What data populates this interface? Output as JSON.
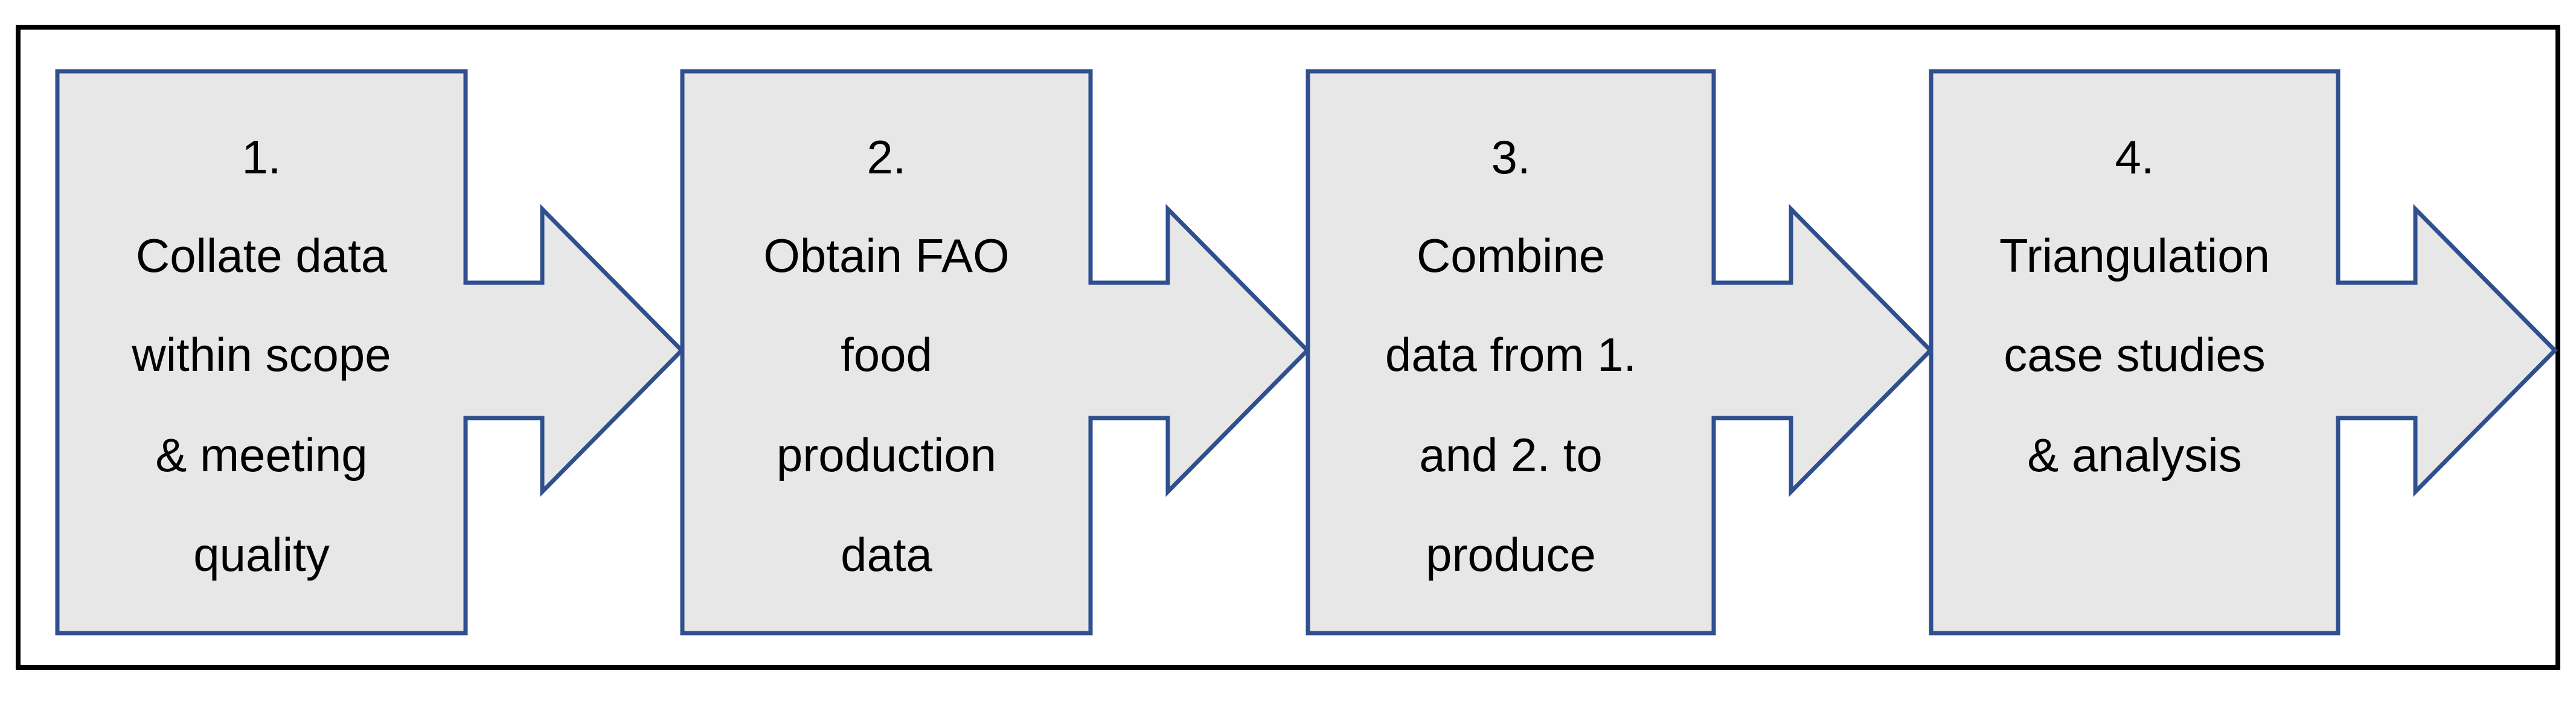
{
  "diagram": {
    "colors": {
      "frame": "#000000",
      "shape_fill": "#E7E7E7",
      "shape_stroke": "#2F4F8F",
      "text": "#000000"
    },
    "steps": [
      {
        "number": "1.",
        "lines": [
          "Collate data",
          "within scope",
          "& meeting",
          "quality"
        ]
      },
      {
        "number": "2.",
        "lines": [
          "Obtain FAO",
          "food",
          "production",
          "data"
        ]
      },
      {
        "number": "3.",
        "lines": [
          "Combine",
          "data from 1.",
          "and 2. to",
          "produce"
        ]
      },
      {
        "number": "4.",
        "lines": [
          "Triangulation",
          "case studies",
          "& analysis"
        ]
      }
    ]
  }
}
